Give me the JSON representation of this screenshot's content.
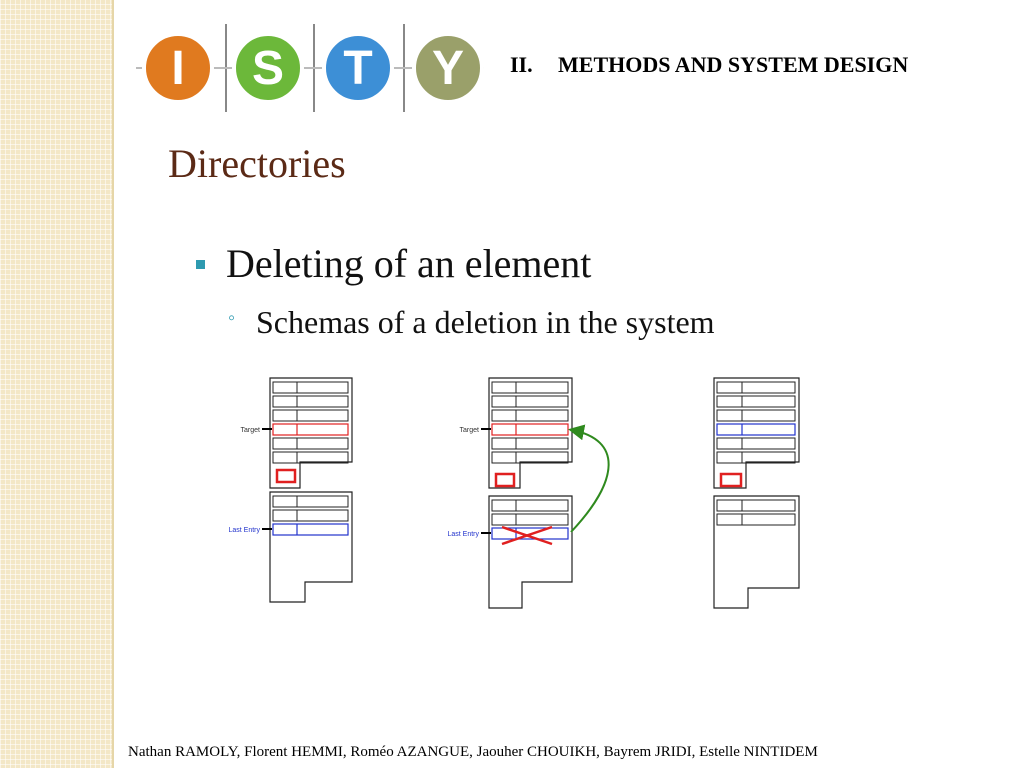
{
  "header": {
    "logo_letters": [
      "I",
      "S",
      "T",
      "Y"
    ],
    "logo_colors": [
      "#e07a1f",
      "#6cb83a",
      "#3d8fd6",
      "#9aa06a"
    ],
    "section_number": "II.",
    "section_title": "METHODS AND SYSTEM DESIGN"
  },
  "slide": {
    "title": "Directories",
    "bullet_1": "Deleting of  an element",
    "bullet_2": "Schemas of  a deletion in the system"
  },
  "schemas": {
    "target_label": "Target",
    "last_entry_label": "Last Entry",
    "colors": {
      "red": "#e02020",
      "blue": "#2233cc",
      "arrow": "#2f8a1e"
    }
  },
  "footer": {
    "authors": "Nathan  RAMOLY, Florent HEMMI, Roméo  AZANGUE, Jaouher CHOUIKH, Bayrem  JRIDI, Estelle NINTIDEM"
  }
}
